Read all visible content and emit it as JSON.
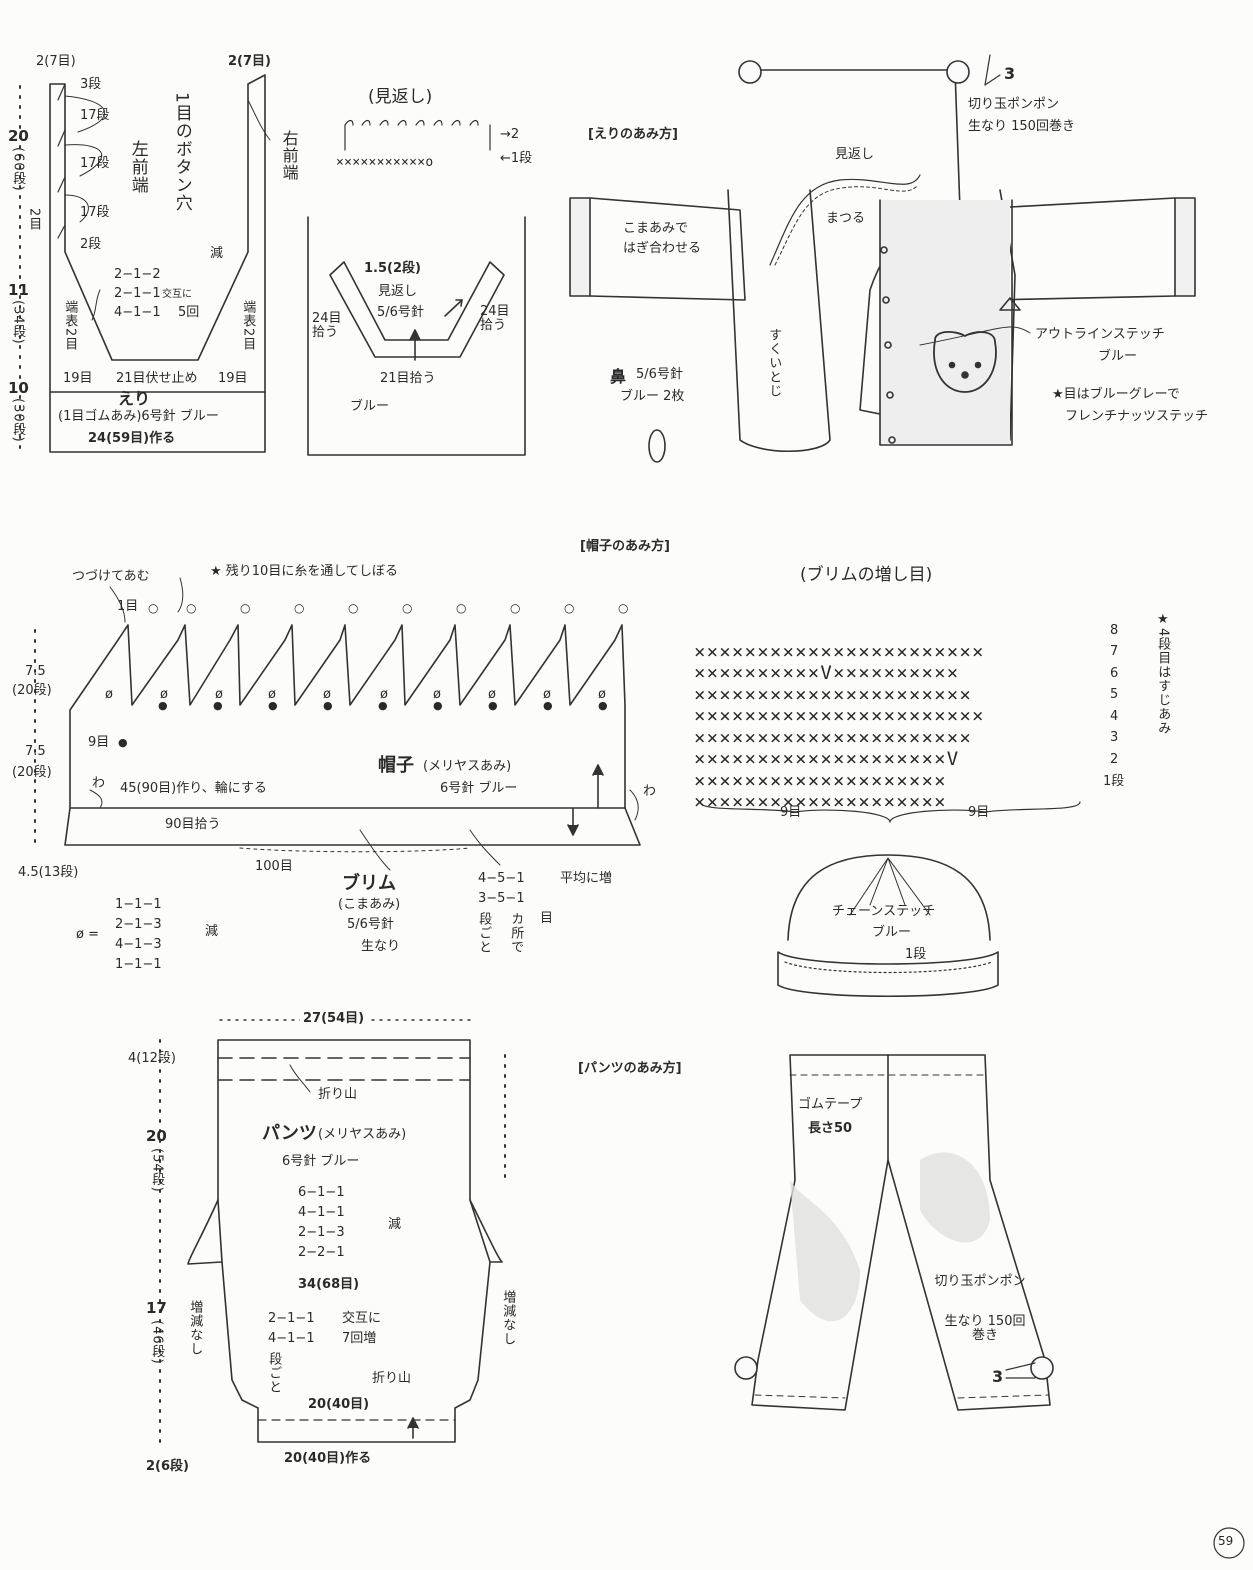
{
  "front": {
    "top_left": "2(7目)",
    "top_right": "2(7目)",
    "r3": "3段",
    "r17a": "17段",
    "r17b": "17段",
    "r17c": "17段",
    "r2": "2段",
    "buttonhole": "1目のボタン穴",
    "left_front_edge": "左前端",
    "right_front_edge": "右前端",
    "dim20": "20",
    "dim60": "(60段)",
    "dim2": "2目",
    "dim11": "11",
    "dim34": "(34段)",
    "dim10": "10",
    "dim30": "(30段)",
    "dec_a": "2−1−2",
    "dec_b": "2−1−1",
    "dec_c": "4−1−1",
    "alternate": "交互に",
    "times5": "5回",
    "reduce": "減",
    "edge_purl_left": "端表2目",
    "edge_purl_right": "端表2目",
    "b19_left": "19目",
    "bind_off": "21目伏せ止め",
    "b19_right": "19目",
    "collar": "えり",
    "collar_spec": "(1目ゴムあみ)6号針 ブルー",
    "cast_on": "24(59目)作る"
  },
  "facing": {
    "title": "(見返し)",
    "row2": "→2",
    "row1": "←1段",
    "dim": "1.5(2段)",
    "label": "見返し",
    "needle": "5/6号針",
    "pick_left": "24目拾う",
    "pick_right": "24目拾う",
    "pick_center": "21目拾う",
    "color": "ブルー"
  },
  "collar_method": {
    "heading": "[えりのあみ方]",
    "pompom": "切り玉ポンポン",
    "pompom_spec": "生なり 150回巻き",
    "num3": "3",
    "facing": "見返し",
    "sew": "まつる",
    "join_a": "こまあみで",
    "join_b": "はぎ合わせる",
    "slip": "すくいとじ",
    "outline_a": "アウトラインステッチ",
    "outline_b": "ブルー",
    "nose": "鼻",
    "nose_needle": "5/6号針",
    "nose_spec": "ブルー 2枚",
    "eyes_a": "★目はブルーグレーで",
    "eyes_b": "フレンチナッツステッチ"
  },
  "hat": {
    "heading": "[帽子のあみ方]",
    "continue": "つづけてあむ",
    "gather": "★ 残り10目に糸を通してしぼる",
    "st1": "1目",
    "st9": "9目",
    "d75a": "7.5",
    "d20a": "(20段)",
    "d75b": "7.5",
    "d20b": "(20段)",
    "d45": "4.5(13段)",
    "wa_left": "わ",
    "wa_right": "わ",
    "name": "帽子",
    "stitch": "(メリヤスあみ)",
    "needle": "6号針 ブルー",
    "cast_on": "45(90目)作り、輪にする",
    "pick": "90目拾う",
    "sts100": "100目",
    "brim": "ブリム",
    "brim_stitch": "(こまあみ)",
    "brim_needle": "5/6号針",
    "brim_color": "生なり",
    "inc_a": "4−5−1",
    "inc_b": "3−5−1",
    "inc_c": "目",
    "every_row": "段ごと",
    "places": "カ所で",
    "even_inc": "平均に増",
    "phi": "ø =",
    "dec1": "1−1−1",
    "dec2": "2−1−3",
    "dec3": "4−1−3",
    "dec4": "1−1−1",
    "reduce": "減",
    "seg_marker": "ø",
    "dot": "●",
    "ring": "○"
  },
  "brim_inc": {
    "title": "(ブリムの増し目)",
    "rows": [
      "×××××××××××××××××××××××",
      "××××××××××V××××××××××",
      "××××××××××××××××××××××",
      "×××××××××××××××××××××××",
      "××××××××××××××××××××××",
      "××××××××××××××××××××V",
      "××××××××××××××××××××",
      "××××××××××××××××××××"
    ],
    "row_numbers": [
      "8",
      "7",
      "6",
      "5",
      "4",
      "3",
      "2",
      "1段"
    ],
    "st9a": "9目",
    "st9b": "9目",
    "note": "★4段目はすじあみ"
  },
  "hat_drawing": {
    "chain_a": "チェーンステッチ",
    "chain_b": "ブルー",
    "row": "1段"
  },
  "pants": {
    "w27": "27(54目)",
    "d4": "4(12段)",
    "fold_top": "折り山",
    "name": "パンツ",
    "stitch": "(メリヤスあみ)",
    "needle": "6号針 ブルー",
    "d20": "20",
    "d54": "(54段)",
    "dec1": "6−1−1",
    "dec2": "4−1−1",
    "dec3": "2−1−3",
    "dec4": "2−2−1",
    "reduce": "減",
    "w34": "34(68目)",
    "inc1": "2−1−1",
    "inc2": "4−1−1",
    "alt": "交互に",
    "times7": "7回増",
    "every_row": "段ごと",
    "d17": "17",
    "d46": "(46段)",
    "no_change_left": "増減なし",
    "no_change_right": "増減なし",
    "fold_bottom": "折り山",
    "w20": "20(40目)",
    "cast_on": "20(40目)作る",
    "d2": "2(6段)"
  },
  "pants_method": {
    "heading": "[パンツのあみ方]",
    "elastic": "ゴムテープ",
    "length": "長さ50",
    "pompom": "切り玉ポンポン",
    "spec": "生なり 150回巻き",
    "num3": "3"
  },
  "page_number": "59"
}
